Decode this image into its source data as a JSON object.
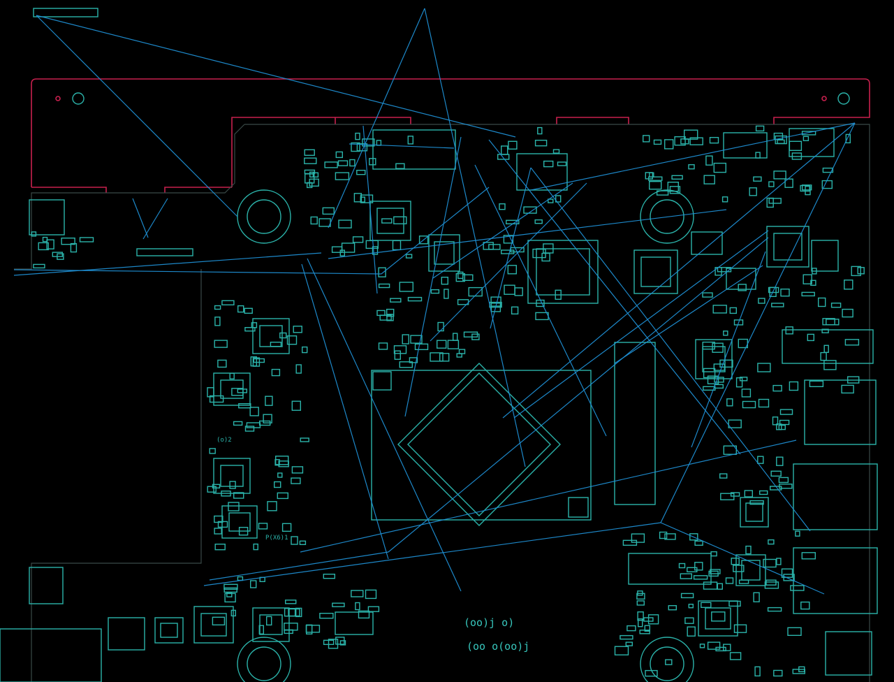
{
  "window": {
    "title": ""
  },
  "board": {
    "silk_text": [
      "(oo)j   o)",
      "(oo  o(oo)j",
      "P(X6)1",
      "(o)2"
    ]
  },
  "colors": {
    "background": "#000000",
    "silkscreen": "#2bb3aa",
    "ratsnest": "#1f8fd4",
    "keepout": "#c8204e",
    "outline": "#3a4a48"
  },
  "icons": {
    "mounting_hole": "circle-outline",
    "smd_pad": "rectangle-outline"
  }
}
